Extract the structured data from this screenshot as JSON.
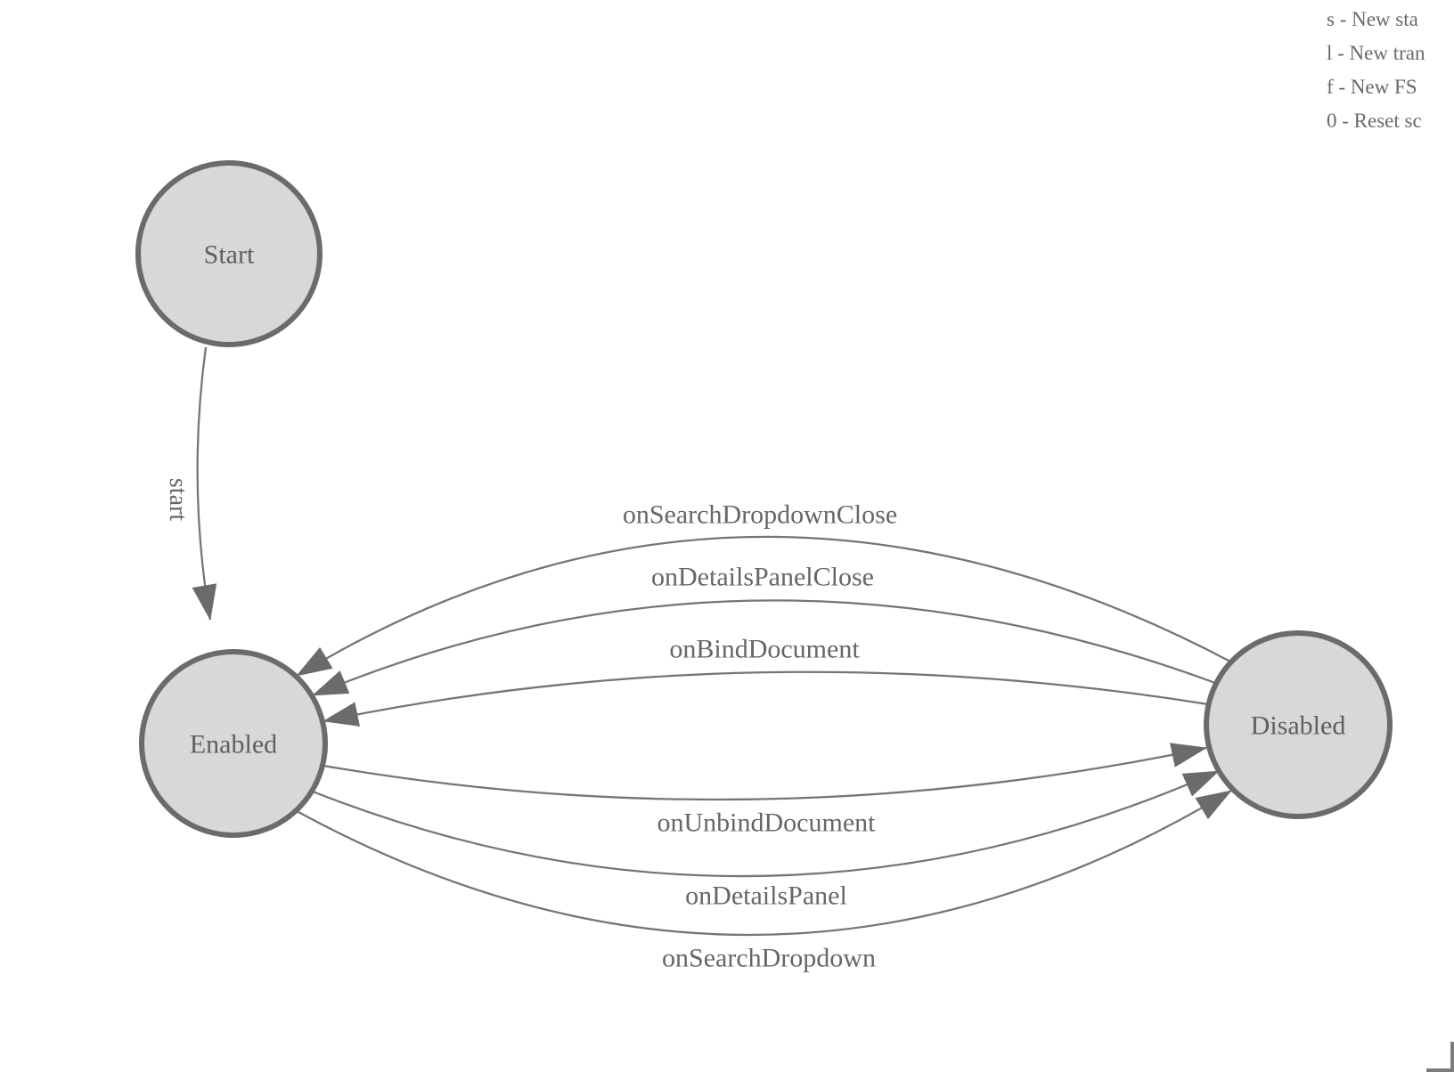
{
  "diagram": {
    "type": "state-machine",
    "colors": {
      "node_fill": "#d8d8d8",
      "node_stroke": "#6b6b6b",
      "edge_stroke": "#757575",
      "label_text": "#666666",
      "legend_text": "#696969"
    },
    "nodes": [
      {
        "label": "Start"
      },
      {
        "label": "Enabled"
      },
      {
        "label": "Disabled"
      }
    ],
    "edges": [
      {
        "label": "start",
        "from": "Start",
        "to": "Enabled"
      },
      {
        "label": "onSearchDropdownClose",
        "from": "Disabled",
        "to": "Enabled"
      },
      {
        "label": "onDetailsPanelClose",
        "from": "Disabled",
        "to": "Enabled"
      },
      {
        "label": "onBindDocument",
        "from": "Disabled",
        "to": "Enabled"
      },
      {
        "label": "onUnbindDocument",
        "from": "Enabled",
        "to": "Disabled"
      },
      {
        "label": "onDetailsPanel",
        "from": "Enabled",
        "to": "Disabled"
      },
      {
        "label": "onSearchDropdown",
        "from": "Enabled",
        "to": "Disabled"
      }
    ]
  },
  "legend": {
    "lines": [
      "s - New sta",
      "l - New tran",
      "f - New FS",
      "0 - Reset sc"
    ]
  }
}
